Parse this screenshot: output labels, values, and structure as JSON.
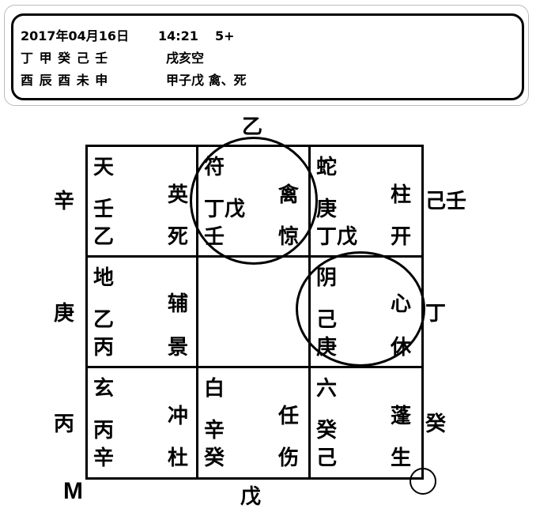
{
  "header": {
    "date": "2017年04月16日",
    "time": "14:21",
    "ju": "5+",
    "stems": "丁 甲 癸 己 壬",
    "branches": "酉 辰 酉 未 申",
    "xunkong": "戌亥空",
    "xunshou": "甲子戊 禽、死"
  },
  "outer": {
    "top": "乙",
    "bottom": "戊",
    "left_top": "辛",
    "left_mid": "庚",
    "left_bot": "丙",
    "right_top": "己壬",
    "right_mid": "丁",
    "right_bot": "癸",
    "corner_mark": "M"
  },
  "palaces": {
    "nw": {
      "god": "天",
      "sky": "壬",
      "earth": "乙",
      "star": "英",
      "door": "死"
    },
    "n": {
      "god": "符",
      "sky": "丁戊",
      "earth": "壬",
      "star": "禽",
      "door": "惊"
    },
    "ne": {
      "god": "蛇",
      "sky": "庚",
      "earth": "丁戊",
      "star": "柱",
      "door": "开"
    },
    "w": {
      "god": "地",
      "sky": "乙",
      "earth": "丙",
      "star": "辅",
      "door": "景"
    },
    "e": {
      "god": "阴",
      "sky": "己",
      "earth": "庚",
      "star": "心",
      "door": "休"
    },
    "sw": {
      "god": "玄",
      "sky": "丙",
      "earth": "辛",
      "star": "冲",
      "door": "杜"
    },
    "s": {
      "god": "白",
      "sky": "辛",
      "earth": "癸",
      "star": "任",
      "door": "伤"
    },
    "se": {
      "god": "六",
      "sky": "癸",
      "earth": "己",
      "star": "蓬",
      "door": "生"
    }
  }
}
